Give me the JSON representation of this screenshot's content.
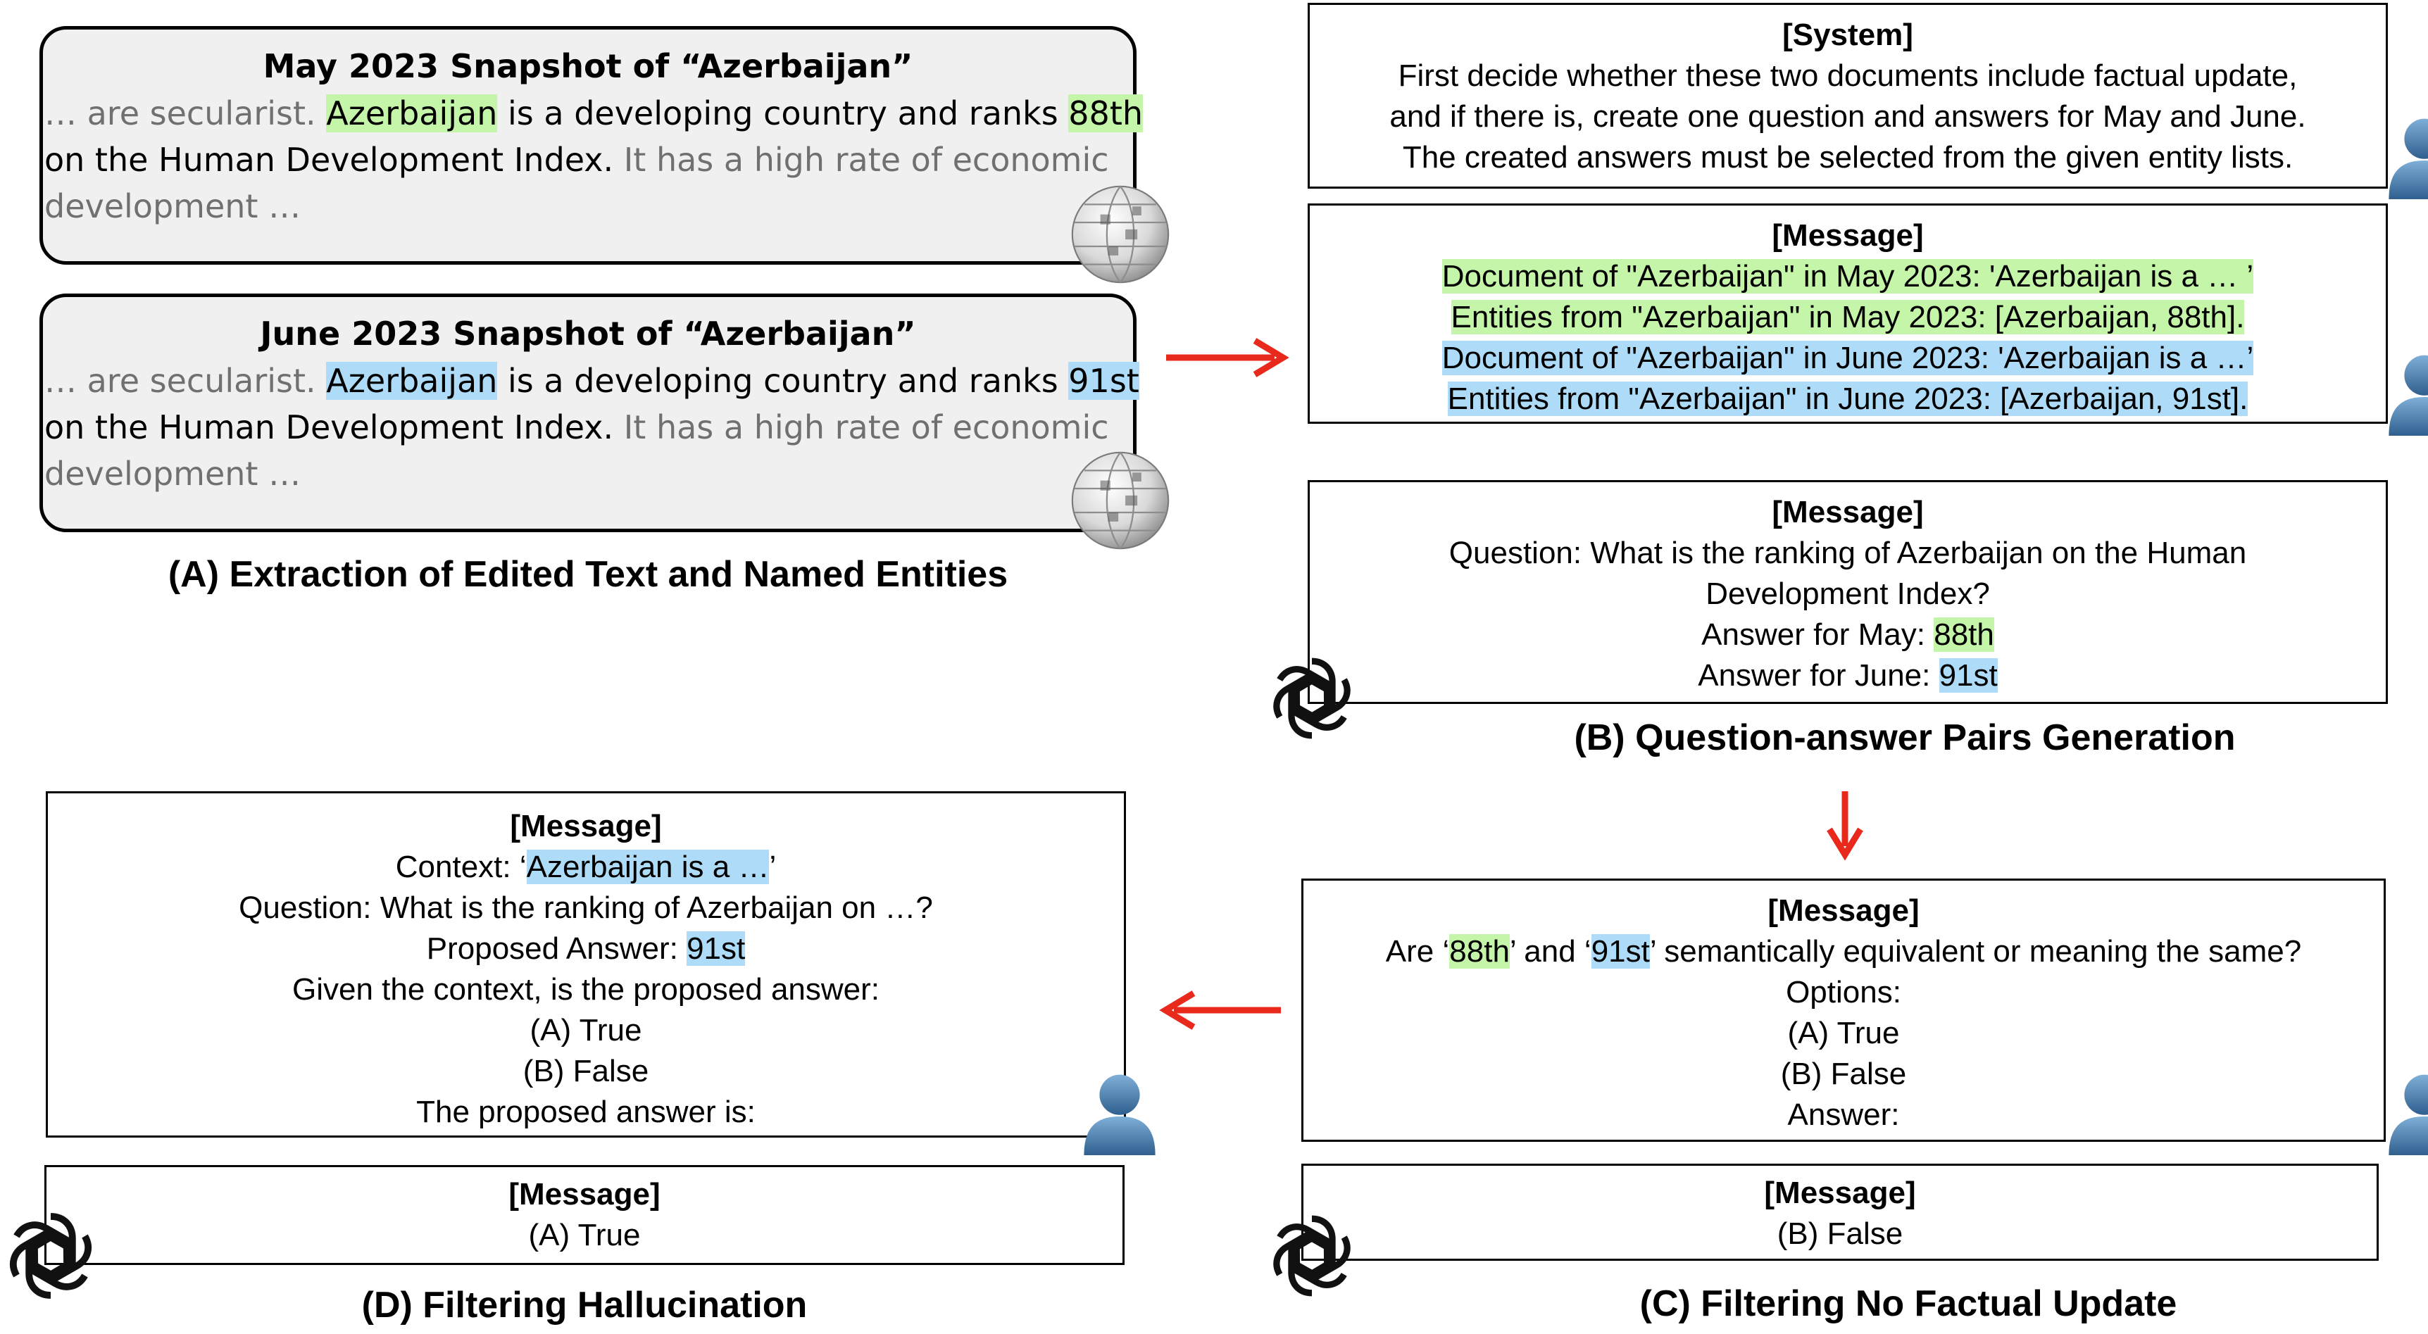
{
  "section_a": {
    "caption": "(A) Extraction of Edited Text and Named Entities",
    "may_box": {
      "title": "May 2023 Snapshot of “Azerbaijan”",
      "l1_pre": "… are secularist. ",
      "l1_entity": "Azerbaijan",
      "l1_mid": " is a developing country and ranks ",
      "l1_rank": "88th",
      "l2_main": "on the Human Development Index. ",
      "l2_gray": "It has a high rate of economic",
      "l3": "development …"
    },
    "june_box": {
      "title": "June 2023 Snapshot of “Azerbaijan”",
      "l1_pre": "… are secularist. ",
      "l1_entity": "Azerbaijan",
      "l1_mid": " is a developing country and ranks ",
      "l1_rank": "91st",
      "l2_main": "on the Human Development Index. ",
      "l2_gray": "It has a high rate of economic",
      "l3": "development …"
    }
  },
  "section_b": {
    "caption": "(B) Question-answer Pairs Generation",
    "system_box": {
      "header": "[System]",
      "lines": [
        "First decide whether these two documents include factual update,",
        "and if there is, create one question and answers for May and June.",
        "The created answers must be selected from the given entity lists."
      ]
    },
    "message_box": {
      "header": "[Message]",
      "lines": [
        "Document of \"Azerbaijan\" in May 2023: 'Azerbaijan is a … ’",
        "Entities from \"Azerbaijan\" in May 2023: [Azerbaijan, 88th].",
        "Document of \"Azerbaijan\" in June 2023: 'Azerbaijan is a …’",
        "Entities from \"Azerbaijan\" in June 2023: [Azerbaijan, 91st]."
      ]
    },
    "response_box": {
      "header": "[Message]",
      "q1": "Question: What is the ranking of Azerbaijan on the Human",
      "q2": "Development Index?",
      "may_label": "Answer for May: ",
      "may_value": "88th",
      "june_label": "Answer for June: ",
      "june_value": "91st"
    }
  },
  "section_c": {
    "caption": "(C) Filtering No Factual Update",
    "prompt_box": {
      "header": "[Message]",
      "l1_a": "Are ‘",
      "l1_b": "88th",
      "l1_c": "’ and ‘",
      "l1_d": "91st",
      "l1_e": "’ semantically equivalent or meaning the same?",
      "options": "Options:",
      "opt_a": "(A) True",
      "opt_b": "(B) False",
      "answer": "Answer:"
    },
    "response_box": {
      "header": "[Message]",
      "text": "(B) False"
    }
  },
  "section_d": {
    "caption": "(D) Filtering Hallucination",
    "prompt_box": {
      "header": "[Message]",
      "ctx_a": "Context: ‘",
      "ctx_b": "Azerbaijan is a …",
      "ctx_c": "’",
      "question": "Question: What is the ranking of Azerbaijan on …?",
      "proposed_label": "Proposed Answer: ",
      "proposed_value": "91st",
      "given": "Given the context, is the proposed answer:",
      "opt_a": "(A) True",
      "opt_b": "(B) False",
      "final": "The proposed answer is:"
    },
    "response_box": {
      "header": "[Message]",
      "text": "(A) True"
    }
  },
  "colors": {
    "green_highlight": "#c5f5a9",
    "blue_highlight": "#aedcf8",
    "arrow": "#e8291c",
    "user_icon": "#4a7fae"
  },
  "icons": [
    "wikipedia-globe-icon",
    "user-icon",
    "openai-logo-icon",
    "arrow-icon"
  ]
}
